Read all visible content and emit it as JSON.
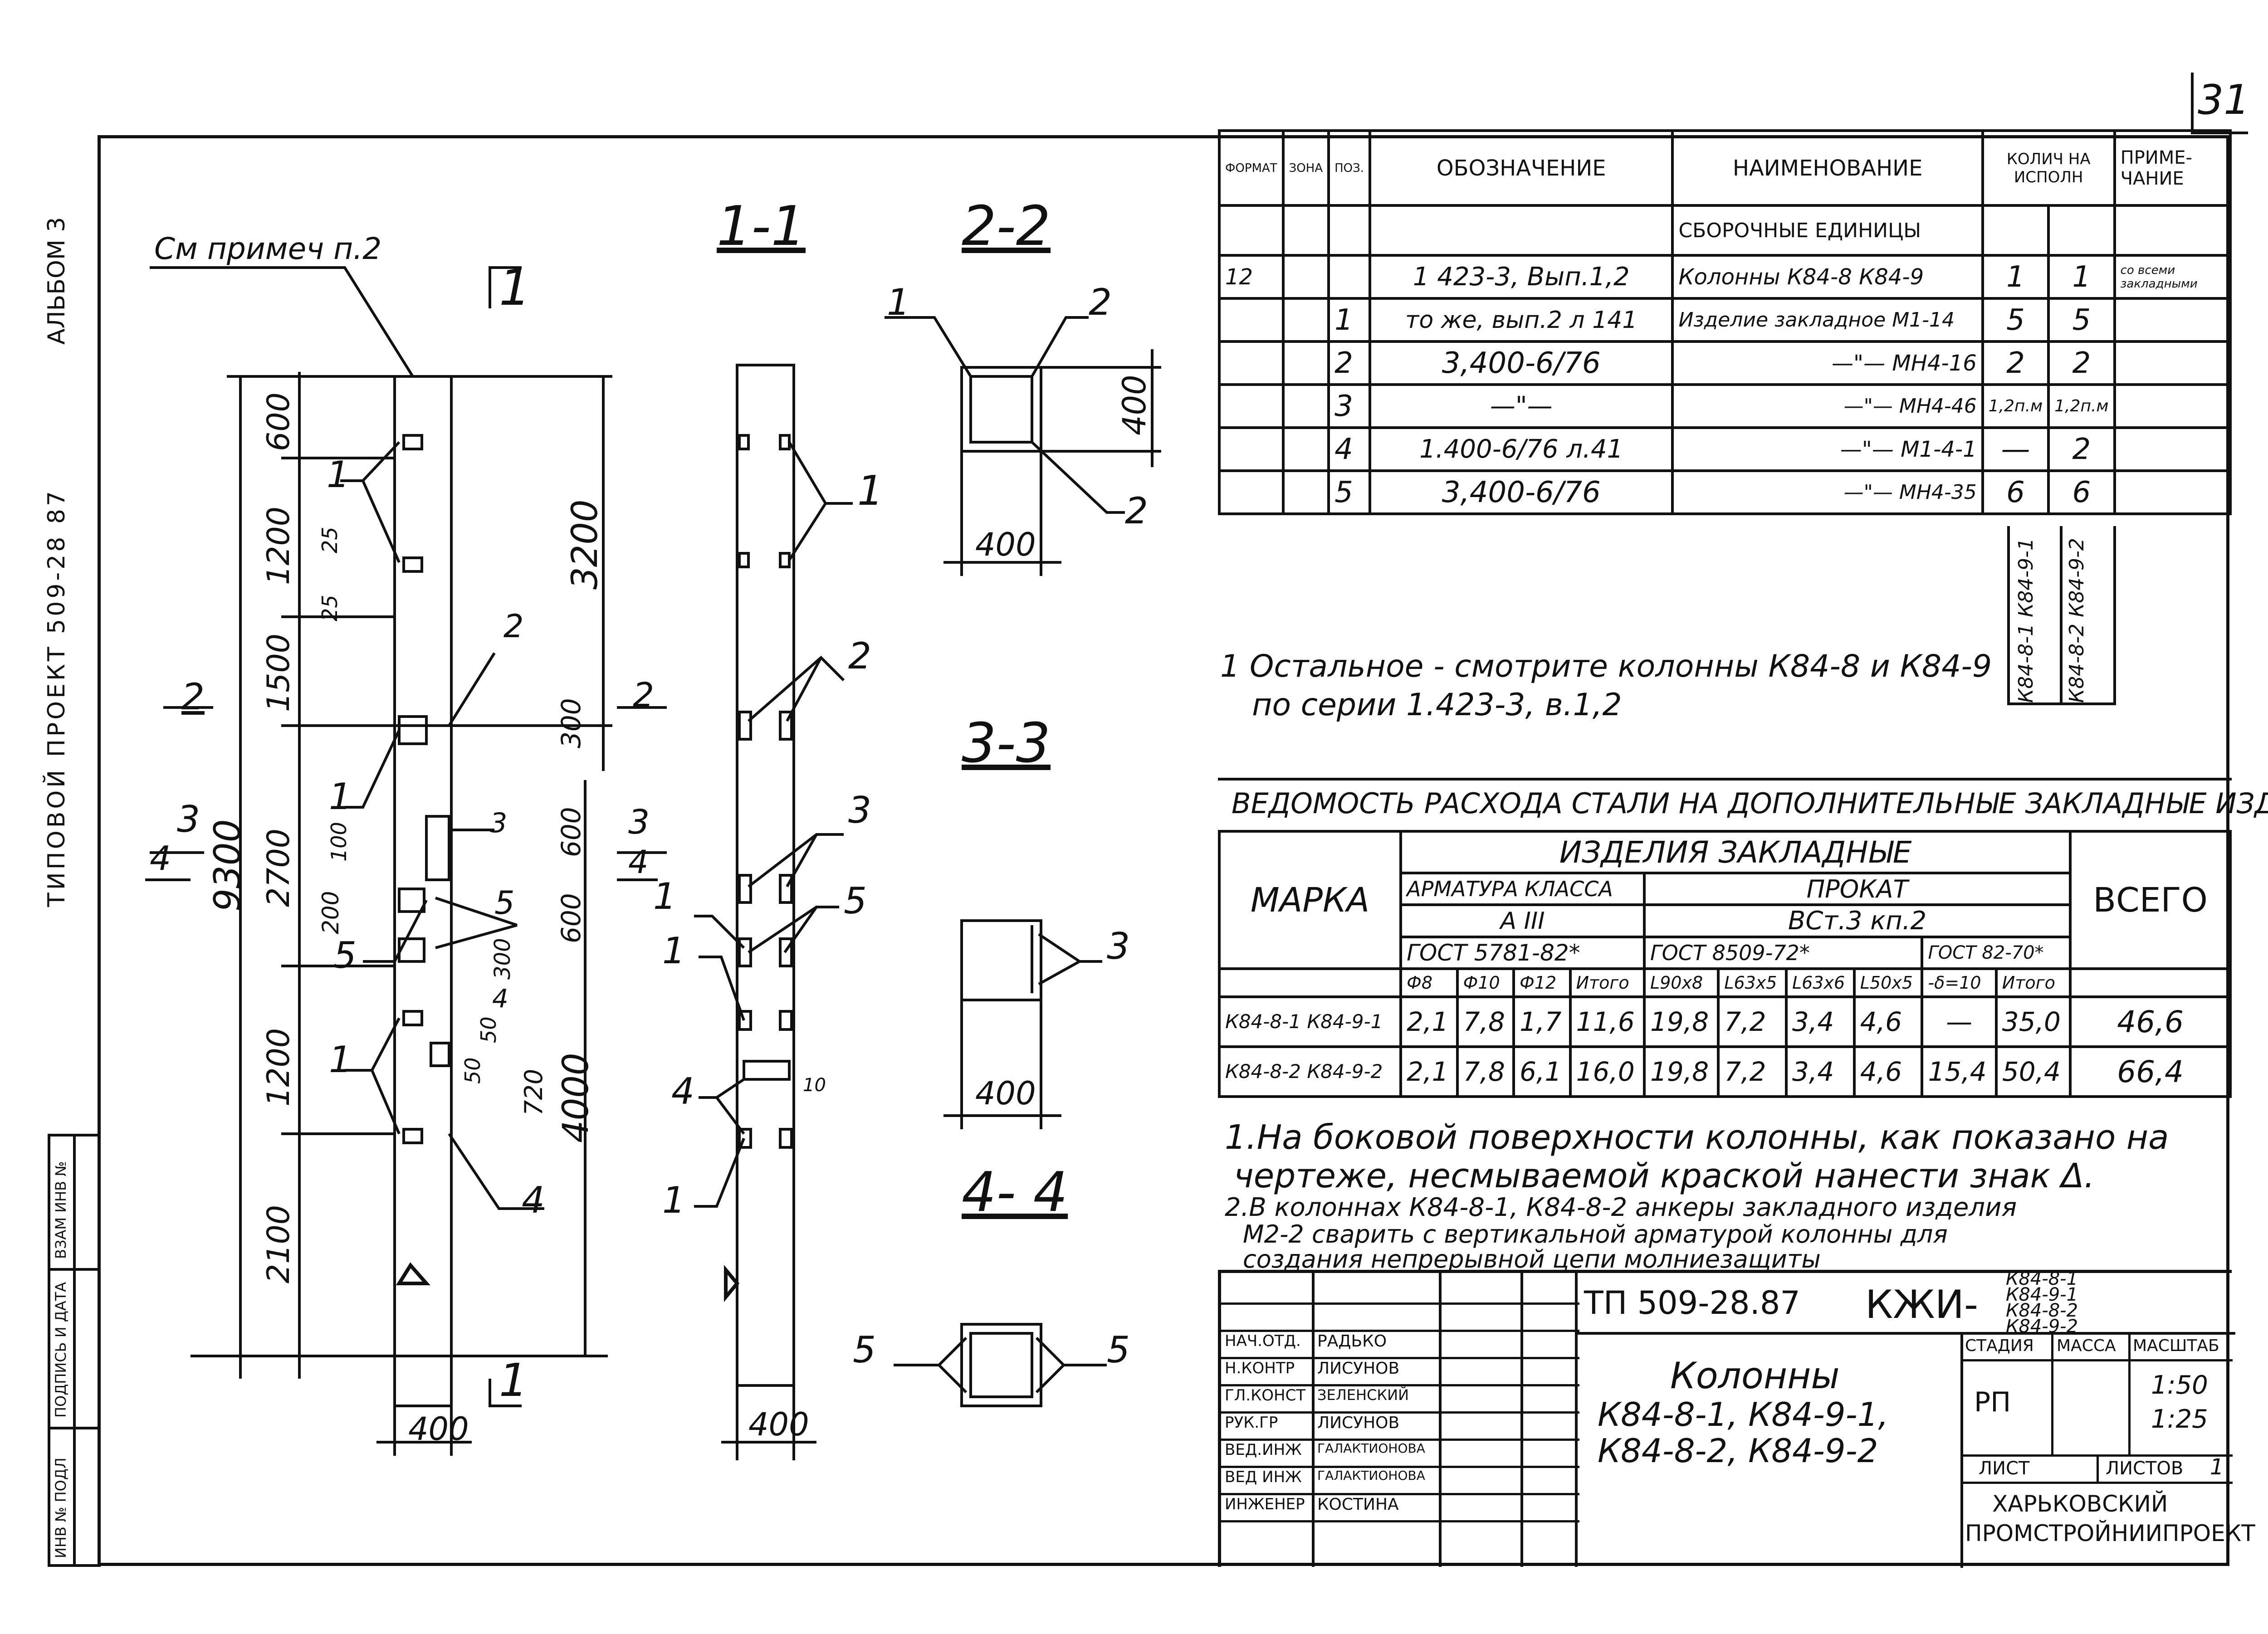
{
  "page_number": "31",
  "side_labels": {
    "album": "АЛЬБОМ 3",
    "project": "ТИПОВОЙ ПРОЕКТ 509-28 87"
  },
  "left_stamp": [
    "ВЗАМ ИНВ №",
    "ПОДПИСЬ И ДАТА",
    "ИНВ № ПОДЛ"
  ],
  "drawing": {
    "note_ref": "См примеч п.2",
    "cut_mark": "1",
    "elevation_dims": [
      "600",
      "1200",
      "1500",
      "2700",
      "1200",
      "2100"
    ],
    "total_height": "9300",
    "right_dims": [
      "3200",
      "4000"
    ],
    "small_dims": [
      "25",
      "25",
      "300",
      "600",
      "600",
      "200",
      "100",
      "300",
      "50",
      "50",
      "720",
      "10"
    ],
    "width": "400",
    "width_2": "400",
    "section_marks": [
      "2",
      "3",
      "4",
      "2",
      "3",
      "4"
    ],
    "callouts": [
      "1",
      "1",
      "1",
      "1",
      "2",
      "3",
      "4",
      "5",
      "5",
      "1",
      "2",
      "3",
      "4",
      "5",
      "1"
    ],
    "sections": {
      "s11": "1-1",
      "s22": "2-2",
      "s33": "3-3",
      "s44": "4- 4"
    },
    "sec_dims": {
      "w22": "400",
      "h22": "400",
      "w33": "400"
    },
    "sec_callouts": {
      "c22a": "1",
      "c22b": "2",
      "c22c": "2",
      "c33": "3",
      "c44a": "5",
      "c44b": "5"
    }
  },
  "spec": {
    "headers": [
      "ФОРМАТ",
      "ЗОНА",
      "ПОЗ.",
      "ОБОЗНАЧЕНИЕ",
      "НАИМЕНОВАНИЕ",
      "КОЛИЧ НА ИСПОЛН",
      "ПРИМЕ- ЧАНИЕ"
    ],
    "section_title": "СБОРОЧНЫЕ ЕДИНИЦЫ",
    "rows": [
      {
        "fmt": "12",
        "pos": "",
        "designation": "1 423-3, Вып.1,2",
        "name": "Колонны К84-8 К84-9",
        "q1": "1",
        "q2": "1",
        "note": "со всеми закладными"
      },
      {
        "fmt": "",
        "pos": "1",
        "designation": "то же, вып.2 л 141",
        "name": "Изделие закладное М1-14",
        "q1": "5",
        "q2": "5",
        "note": ""
      },
      {
        "fmt": "",
        "pos": "2",
        "designation": "3,400-6/76",
        "name": "—\"— МН4-16",
        "q1": "2",
        "q2": "2",
        "note": ""
      },
      {
        "fmt": "",
        "pos": "3",
        "designation": "—\"—",
        "name": "—\"— МН4-46",
        "q1": "1,2п.м",
        "q2": "1,2п.м",
        "note": ""
      },
      {
        "fmt": "",
        "pos": "4",
        "designation": "1.400-6/76 л.41",
        "name": "—\"— М1-4-1",
        "q1": "—",
        "q2": "2",
        "note": ""
      },
      {
        "fmt": "",
        "pos": "5",
        "designation": "3,400-6/76",
        "name": "—\"— МН4-35",
        "q1": "6",
        "q2": "6",
        "note": ""
      }
    ],
    "variants": [
      "К84-8-1 К84-9-1",
      "К84-8-2 К84-9-2"
    ]
  },
  "note_top": {
    "line1": "1 Остальное - смотрите колонны К84-8 и К84-9",
    "line2": "по серии 1.423-3, в.1,2"
  },
  "steel": {
    "title": "ВЕДОМОСТЬ РАСХОДА СТАЛИ НА ДОПОЛНИТЕЛЬНЫЕ ЗАКЛАДНЫЕ ИЗДЕЛИЯ",
    "group": "ИЗДЕЛИЯ ЗАКЛАДНЫЕ",
    "marka": "МАРКА",
    "total": "ВСЕГО",
    "armatura": "АРМАТУРА КЛАССА",
    "class": "А III",
    "gost1": "ГОСТ 5781-82*",
    "prokat": "ПРОКАТ",
    "steel_grade": "ВСт.3 кп.2",
    "gost2": "ГОСТ 8509-72*",
    "gost3": "ГОСТ 82-70*",
    "cols": [
      "Ф8",
      "Ф10",
      "Ф12",
      "Итого",
      "L90x8",
      "L63x5",
      "L63x6",
      "L50x5",
      "-δ=10",
      "Итого"
    ],
    "rows": [
      {
        "marka": "К84-8-1 К84-9-1",
        "vals": [
          "2,1",
          "7,8",
          "1,7",
          "11,6",
          "19,8",
          "7,2",
          "3,4",
          "4,6",
          "—",
          "35,0"
        ],
        "total": "46,6"
      },
      {
        "marka": "К84-8-2 К84-9-2",
        "vals": [
          "2,1",
          "7,8",
          "6,1",
          "16,0",
          "19,8",
          "7,2",
          "3,4",
          "4,6",
          "15,4",
          "50,4"
        ],
        "total": "66,4"
      }
    ]
  },
  "notes": {
    "n1a": "1.На боковой поверхности колонны, как показано на",
    "n1b": "чертеже, несмываемой краской нанести знак Δ.",
    "n2a": "2.В колоннах К84-8-1, К84-8-2 анкеры закладного изделия",
    "n2b": "М2-2 сварить с вертикальной арматурой колонны для",
    "n2c": "создания непрерывной цепи молниезащиты"
  },
  "title_block": {
    "code": "ТП 509-28.87",
    "kzhi": "КЖИ-",
    "marks": [
      "К84-8-1",
      "К84-9-1",
      "К84-8-2",
      "К84-9-2"
    ],
    "roles": [
      "НАЧ.ОТД.",
      "Н.КОНТР",
      "ГЛ.КОНСТ",
      "РУК.ГР",
      "ВЕД.ИНЖ",
      "ВЕД ИНЖ",
      "ИНЖЕНЕР"
    ],
    "names": [
      "РАДЬКО",
      "ЛИСУНОВ",
      "ЗЕЛЕНСКИЙ",
      "ЛИСУНОВ",
      "ГАЛАКТИОНОВА",
      "ГАЛАКТИОНОВА",
      "КОСТИНА"
    ],
    "object_title_1": "Колонны",
    "object_title_2": "К84-8-1, К84-9-1,",
    "object_title_3": "К84-8-2, К84-9-2",
    "stage_h": "СТАДИЯ",
    "mass_h": "МАССА",
    "scale_h": "МАСШТАБ",
    "stage": "РП",
    "scale1": "1:50",
    "scale2": "1:25",
    "sheet_h": "ЛИСТ",
    "sheets_h": "ЛИСТОВ",
    "sheets": "1",
    "org1": "ХАРЬКОВСКИЙ",
    "org2": "ПРОМСТРОЙНИИПРОЕКТ"
  }
}
